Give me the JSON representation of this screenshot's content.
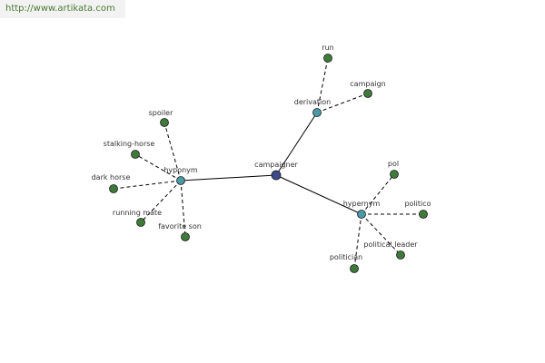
{
  "watermark": "http://www.artikata.com",
  "colors": {
    "center": "#3d4b8c",
    "relation": "#4a9aa6",
    "leaf": "#3e7a3a"
  },
  "graph": {
    "nodes": [
      {
        "id": "campaigner",
        "label": "campaigner",
        "role": "center"
      },
      {
        "id": "hyponym",
        "label": "hyponym",
        "role": "relation"
      },
      {
        "id": "derivation",
        "label": "derivation",
        "role": "relation"
      },
      {
        "id": "hypernym",
        "label": "hypernym",
        "role": "relation"
      },
      {
        "id": "run",
        "label": "run",
        "role": "leaf"
      },
      {
        "id": "campaign",
        "label": "campaign",
        "role": "leaf"
      },
      {
        "id": "spoiler",
        "label": "spoiler",
        "role": "leaf"
      },
      {
        "id": "stalking-horse",
        "label": "stalking-horse",
        "role": "leaf"
      },
      {
        "id": "dark-horse",
        "label": "dark horse",
        "role": "leaf"
      },
      {
        "id": "running-mate",
        "label": "running mate",
        "role": "leaf"
      },
      {
        "id": "favorite-son",
        "label": "favorite son",
        "role": "leaf"
      },
      {
        "id": "pol",
        "label": "pol",
        "role": "leaf"
      },
      {
        "id": "politico",
        "label": "politico",
        "role": "leaf"
      },
      {
        "id": "political-leader",
        "label": "political leader",
        "role": "leaf"
      },
      {
        "id": "politician",
        "label": "politician",
        "role": "leaf"
      }
    ],
    "edges": [
      {
        "from": "campaigner",
        "to": "hyponym",
        "style": "solid"
      },
      {
        "from": "campaigner",
        "to": "derivation",
        "style": "solid"
      },
      {
        "from": "campaigner",
        "to": "hypernym",
        "style": "solid"
      },
      {
        "from": "derivation",
        "to": "run",
        "style": "dashed"
      },
      {
        "from": "derivation",
        "to": "campaign",
        "style": "dashed"
      },
      {
        "from": "hyponym",
        "to": "spoiler",
        "style": "dashed"
      },
      {
        "from": "hyponym",
        "to": "stalking-horse",
        "style": "dashed"
      },
      {
        "from": "hyponym",
        "to": "dark-horse",
        "style": "dashed"
      },
      {
        "from": "hyponym",
        "to": "running-mate",
        "style": "dashed"
      },
      {
        "from": "hyponym",
        "to": "favorite-son",
        "style": "dashed"
      },
      {
        "from": "hypernym",
        "to": "pol",
        "style": "dashed"
      },
      {
        "from": "hypernym",
        "to": "politico",
        "style": "dashed"
      },
      {
        "from": "hypernym",
        "to": "political-leader",
        "style": "dashed"
      },
      {
        "from": "hypernym",
        "to": "politician",
        "style": "dashed"
      }
    ]
  }
}
